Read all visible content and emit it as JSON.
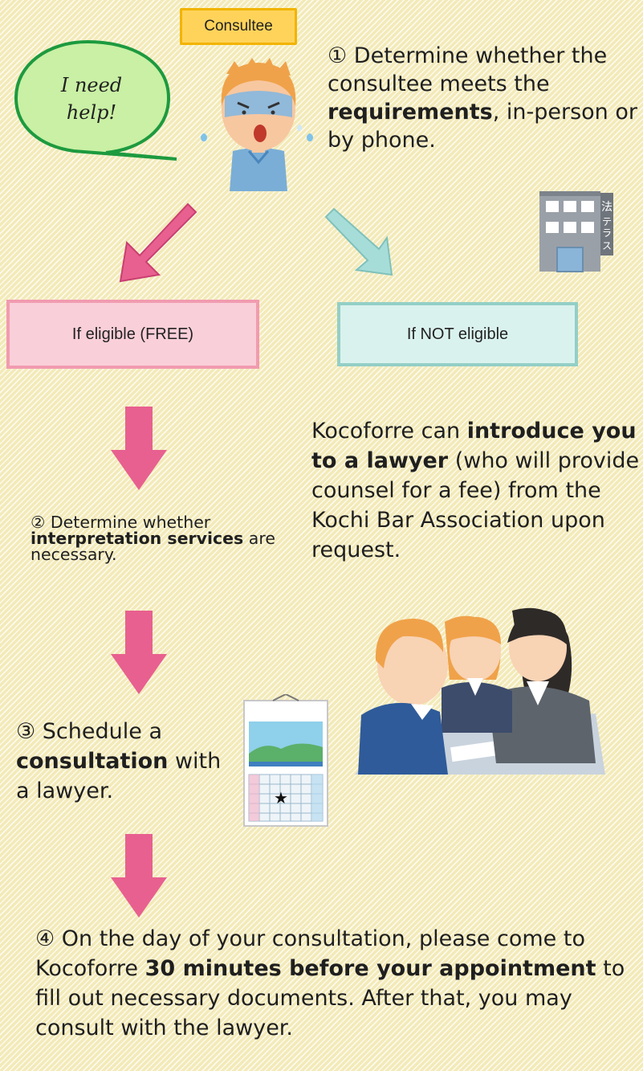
{
  "consultee_tag": "Consultee",
  "speech_bubble": "I need help!",
  "step1": {
    "lead": "① Determine whether the consultee meets the ",
    "bold": "requirements",
    "tail": ", in-person or by phone."
  },
  "building_sign": "法テラス",
  "eligible_label": "If eligible (FREE)",
  "not_eligible_label": "If NOT eligible",
  "kocoforre": {
    "lead": "Kocoforre can ",
    "bold": "introduce you to a lawyer",
    "tail": " (who will provide counsel for a fee) from the Kochi Bar Association upon request."
  },
  "step2": {
    "lead": "② Determine whether ",
    "bold": "interpretation services",
    "tail": " are necessary."
  },
  "step3": {
    "lead": "③ Schedule a ",
    "bold": "consultation",
    "tail": " with a lawyer."
  },
  "step4": {
    "lead": "④ On the day of your consultation, please come to Kocoforre ",
    "bold": "30 minutes before your appointment",
    "tail": " to fill out necessary documents. After that, you may consult with the lawyer."
  },
  "colors": {
    "pink_arrow": "#e8608f",
    "teal_arrow": "#a7ddd9",
    "eligible_fill": "#f9cfd9",
    "not_eligible_fill": "#daf2ee",
    "bubble_fill": "#c9f0a4"
  },
  "icons": [
    "speech-bubble-icon",
    "worried-person-icon",
    "office-building-icon",
    "calendar-icon",
    "lawyer-meeting-icon"
  ]
}
